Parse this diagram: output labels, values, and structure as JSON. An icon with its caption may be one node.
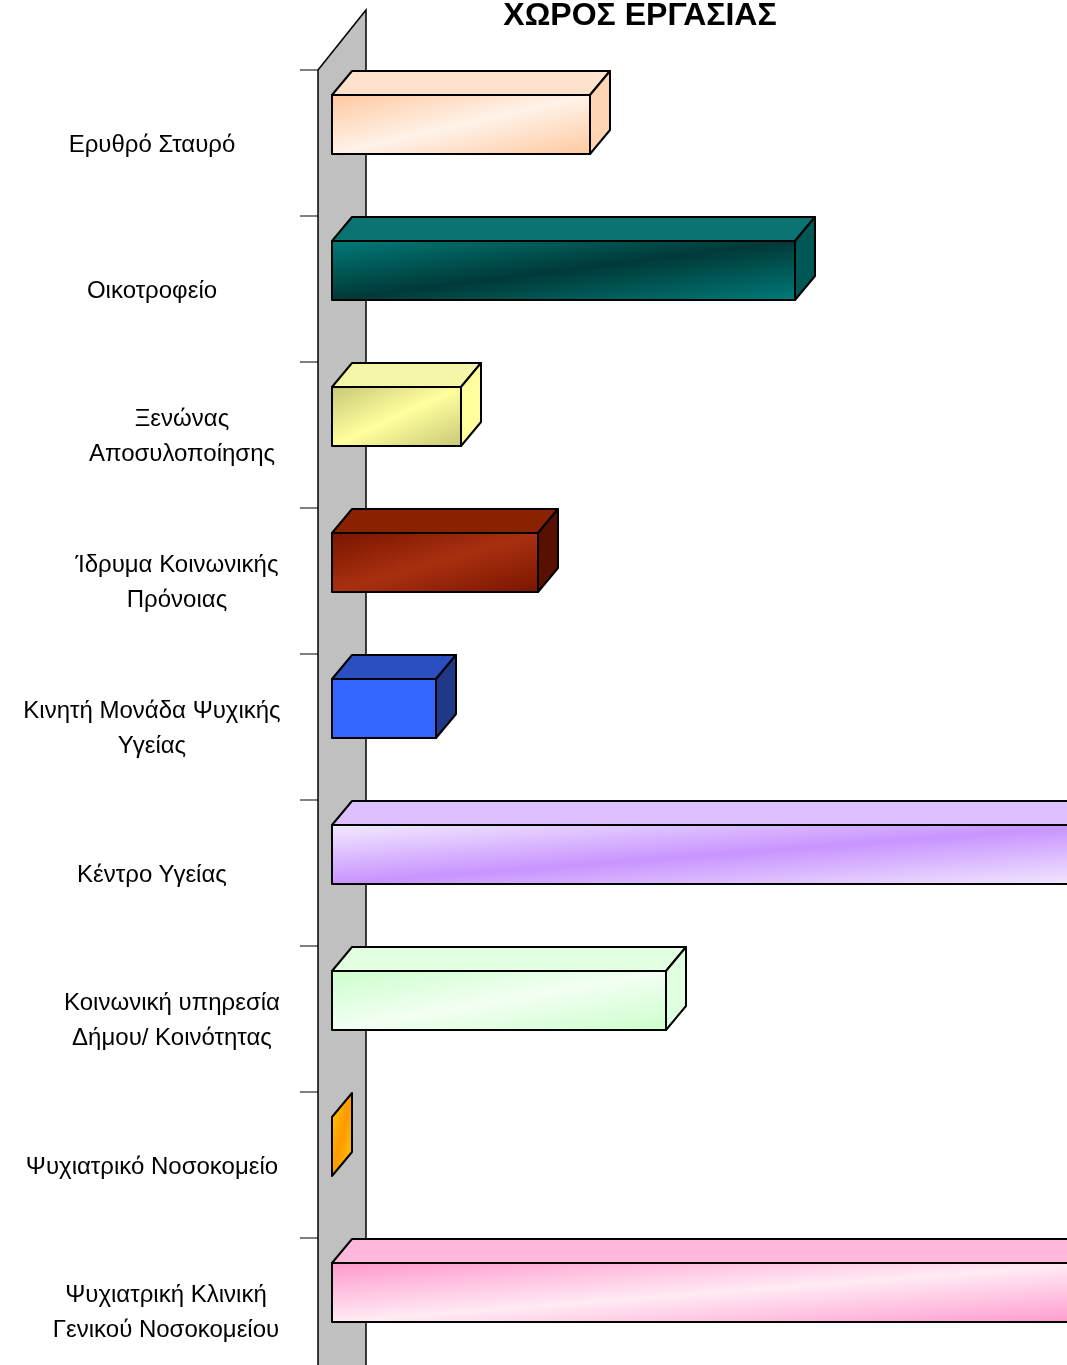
{
  "diagram": {
    "title": "ΧΩΡΟΣ ΕΡΓΑΣΙΑΣ",
    "labels": [
      "Ερυθρό Σταυρό",
      "Οικοτροφείο",
      "Ξενώνας Αποσυλοποίησης",
      "Ίδρυμα Κοινωνικής Πρόνοιας",
      "Κινητή Μονάδα Ψυχικής Υγείας",
      "Κέντρο Υγείας",
      "Κοινωνική υπηρεσία Δήμου/ Κοινότητας",
      "Ψυχιατρικό Νοσοκομείο",
      "Ψυχιατρική Κλινική Γενικού Νοσοκομείου"
    ]
  }
}
